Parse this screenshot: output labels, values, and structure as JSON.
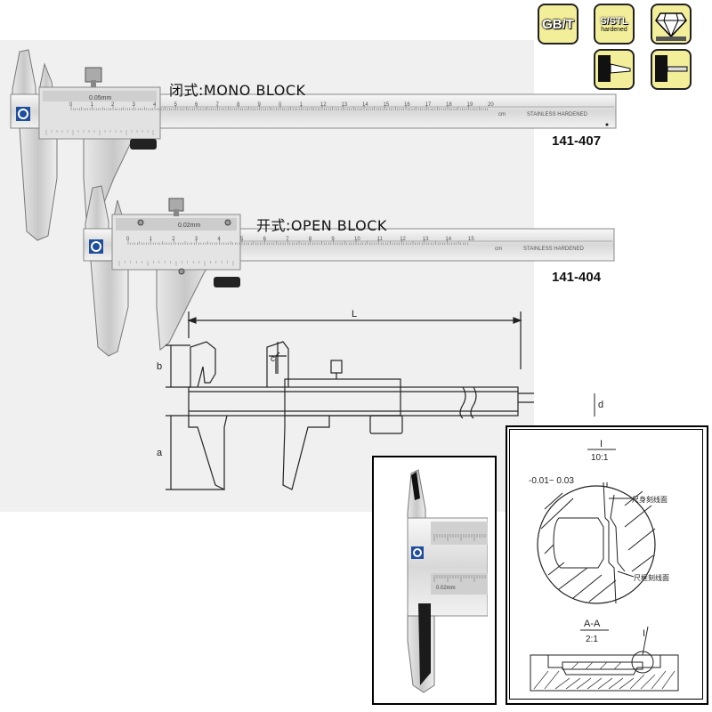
{
  "badges": {
    "gbt": "GB/T",
    "sstl": "S/STL",
    "sstl_sub": "hardened"
  },
  "caliper_top": {
    "label": "闭式:MONO BLOCK",
    "model": "141-407",
    "vernier_text": "0.05mm",
    "scale_text": "STAINLESS HARDENED",
    "unit": "cm",
    "main_scale": [
      "0",
      "1",
      "2",
      "3",
      "4",
      "5",
      "6",
      "7",
      "8",
      "9",
      "0",
      "1",
      "12",
      "13",
      "14",
      "15",
      "16",
      "17",
      "18",
      "19",
      "20"
    ]
  },
  "caliper_bottom": {
    "label": "开式:OPEN BLOCK",
    "model": "141-404",
    "vernier_text": "0.02mm",
    "scale_text": "STAINLESS HARDENED",
    "unit": "cm",
    "main_scale": [
      "0",
      "1",
      "2",
      "3",
      "4",
      "5",
      "6",
      "7",
      "8",
      "9",
      "10",
      "11",
      "12",
      "13",
      "14",
      "15"
    ]
  },
  "dimension_drawing": {
    "L": "L",
    "b": "b",
    "c": "c",
    "a": "a",
    "d": "d"
  },
  "detail_photo": {
    "vernier_text": "0.02mm"
  },
  "detail_panel": {
    "section_i": "I",
    "scale_i": "10:1",
    "tolerance": "-0.01~ 0.03",
    "annotation_top": "尺身刻线面",
    "annotation_bottom": "尺框刻线面",
    "section_aa": "A-A",
    "scale_aa": "2:1",
    "marker_i": "I"
  }
}
